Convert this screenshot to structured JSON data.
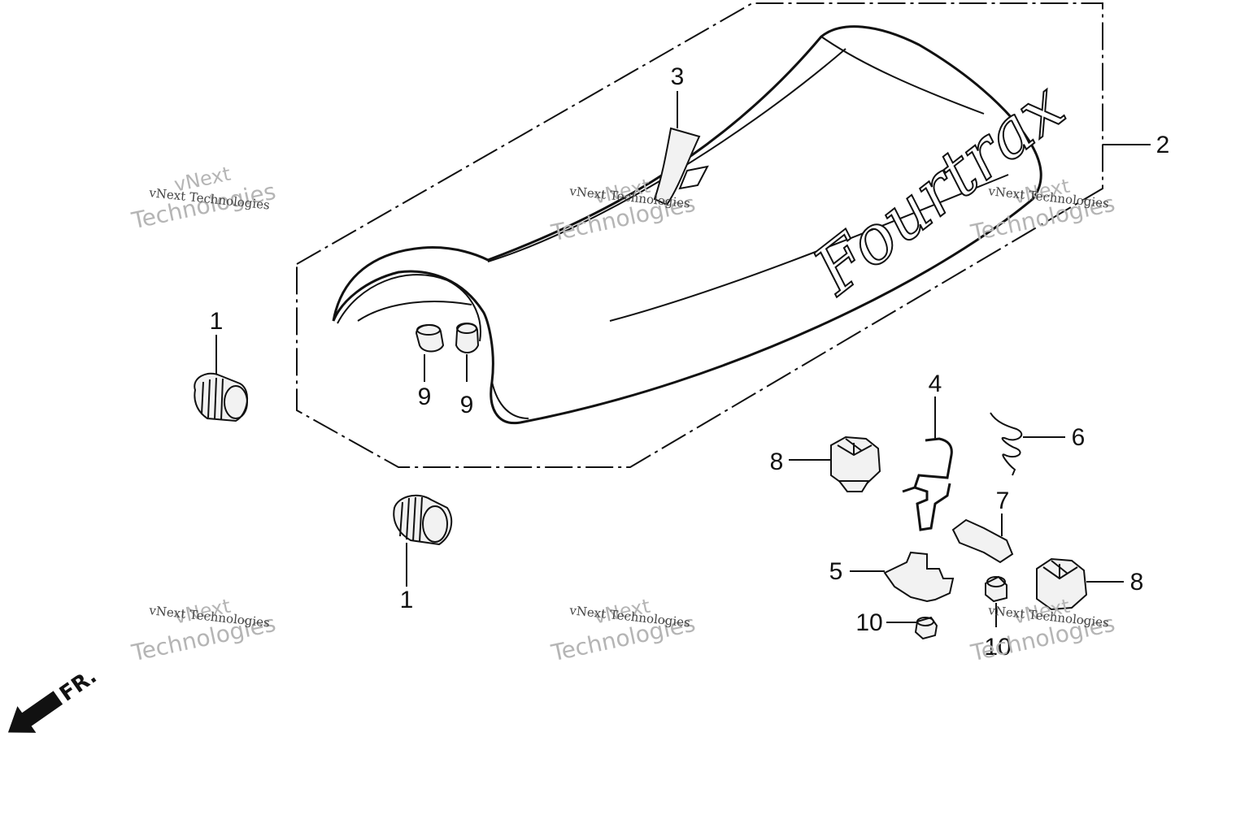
{
  "diagram": {
    "seat_logo": "Fourtrax",
    "front_marker": "FR.",
    "callouts": {
      "c1_upper": "1",
      "c1_lower": "1",
      "c2": "2",
      "c3": "3",
      "c4": "4",
      "c5": "5",
      "c6": "6",
      "c7": "7",
      "c8_left": "8",
      "c8_right": "8",
      "c9_left": "9",
      "c9_right": "9",
      "c10_left": "10",
      "c10_right": "10"
    }
  },
  "watermark": {
    "line_small": "vNext Technologies",
    "line_large_1": "vNext",
    "line_large_2": "Technologies"
  }
}
